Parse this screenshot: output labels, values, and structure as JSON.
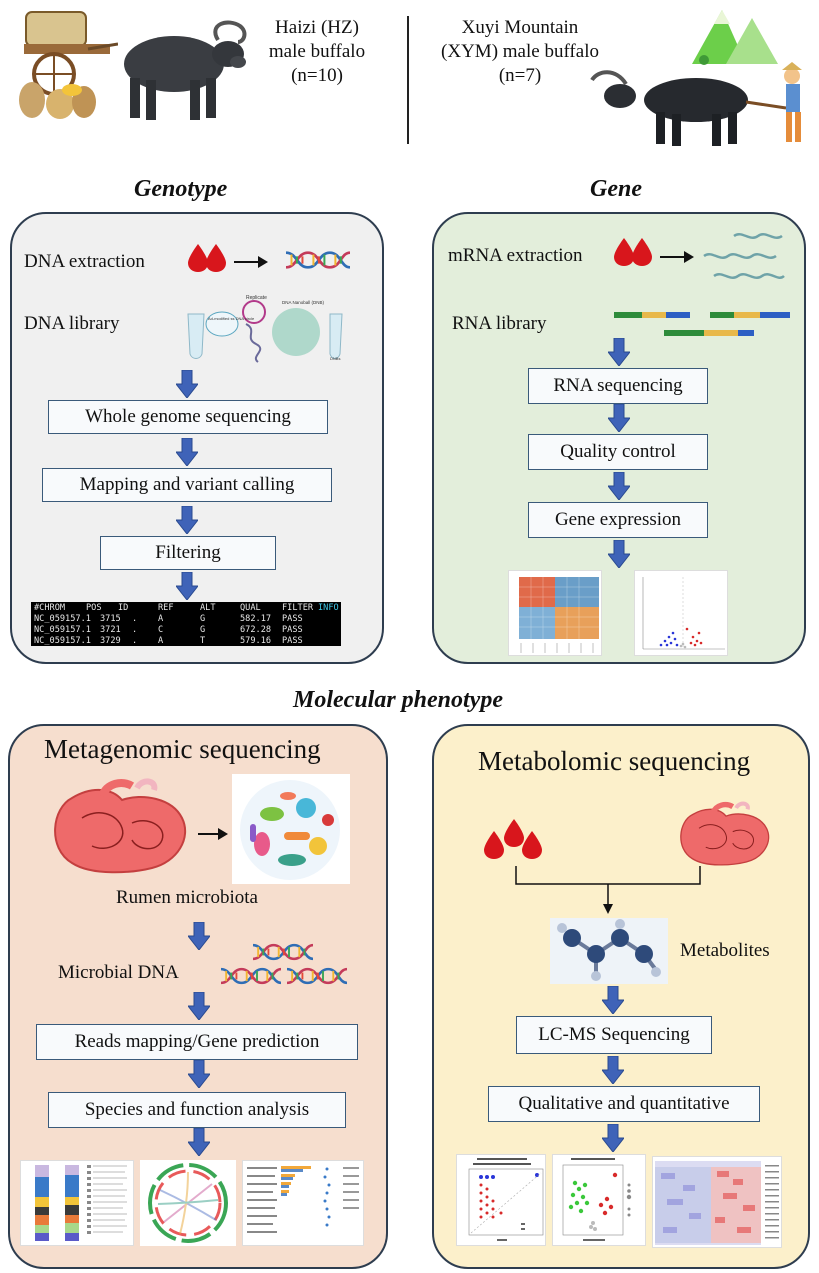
{
  "header": {
    "left_lines": [
      "Haizi (HZ)",
      "male buffalo",
      "(n=10)"
    ],
    "right_lines": [
      "Xuyi Mountain",
      "(XYM) male buffalo",
      "(n=7)"
    ]
  },
  "sections": {
    "genotype_title": "Genotype",
    "gene_title": "Gene",
    "molecular_title": "Molecular phenotype"
  },
  "genotype": {
    "dna_extraction": "DNA extraction",
    "dna_library": "DNA library",
    "lib_labels": [
      "Replicate",
      "Ad-modified ss DNA circle",
      "DNA Nanoball (DNB)",
      "DNBs"
    ],
    "steps": [
      "Whole genome sequencing",
      "Mapping and variant calling",
      "Filtering"
    ],
    "vcf": {
      "header": [
        "#CHROM",
        "POS",
        "ID",
        "REF",
        "ALT",
        "QUAL",
        "FILTER",
        "INFO"
      ],
      "rows": [
        [
          "NC_059157.1",
          "3715",
          ".",
          "A",
          "G",
          "582.17",
          "PASS"
        ],
        [
          "NC_059157.1",
          "3721",
          ".",
          "C",
          "G",
          "672.28",
          "PASS"
        ],
        [
          "NC_059157.1",
          "3729",
          ".",
          "A",
          "T",
          "579.16",
          "PASS"
        ]
      ]
    }
  },
  "gene": {
    "mrna_extraction": "mRNA extraction",
    "rna_library": "RNA library",
    "steps": [
      "RNA sequencing",
      "Quality control",
      "Gene expression"
    ]
  },
  "metagenomic": {
    "title": "Metagenomic sequencing",
    "rumen_label": "Rumen microbiota",
    "microbial_dna": "Microbial DNA",
    "steps": [
      "Reads mapping/Gene prediction",
      "Species and function analysis"
    ]
  },
  "metabolomic": {
    "title": "Metabolomic sequencing",
    "metabolites": "Metabolites",
    "steps": [
      "LC-MS Sequencing",
      "Qualitative and quantitative"
    ]
  },
  "colors": {
    "genotype_panel": "#f0f0f0",
    "gene_panel": "#e3eedb",
    "metagenomic_panel": "#f6dece",
    "metabolomic_panel": "#fcf0cb",
    "arrow_fill": "#3f63b8",
    "blood": "#d8161c"
  }
}
